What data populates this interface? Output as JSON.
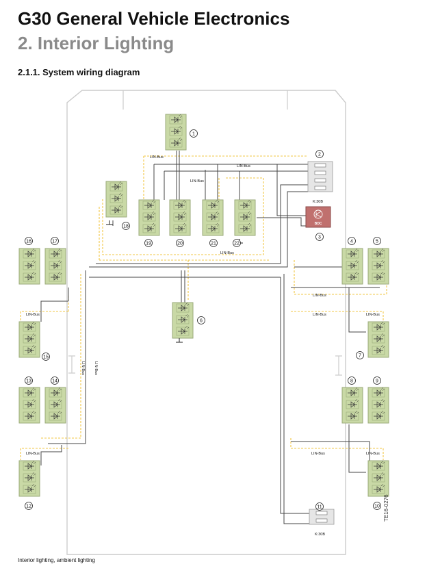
{
  "header": {
    "title": "G30 General Vehicle Electronics",
    "subtitle": "2. Interior Lighting",
    "section": "2.1.1. System wiring diagram"
  },
  "diagram": {
    "lin_bus_label": "LIN-Bus",
    "terminal_label": "K:30B",
    "bdc_label": "BDC",
    "component_numbers": [
      "1",
      "2",
      "3",
      "4",
      "5",
      "6",
      "7",
      "8",
      "9",
      "10",
      "11",
      "12",
      "13",
      "14",
      "15",
      "16",
      "17",
      "18",
      "19",
      "20",
      "21",
      "22"
    ]
  },
  "caption": "Interior lighting, ambient lighting",
  "document_id": "TE16-0276",
  "colors": {
    "module_fill": "#c9d9a6",
    "module_border": "#9aaa7a",
    "bdc_fill": "#c0706e",
    "lin_wire": "#f2c744",
    "power_wire": "#444444",
    "outline": "#cccccc"
  }
}
